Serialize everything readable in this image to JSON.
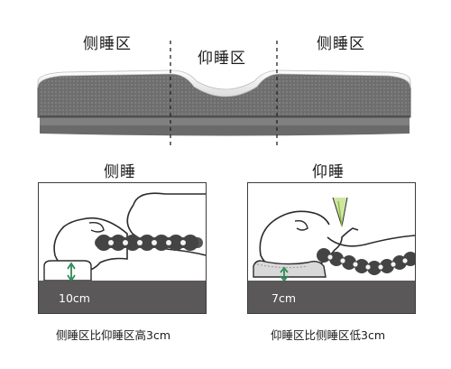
{
  "zones": {
    "left": "侧睡区",
    "middle": "仰睡区",
    "right": "侧睡区"
  },
  "side_sleep": {
    "title": "侧睡",
    "measurement": "10cm",
    "caption": "侧睡区比仰睡区高3cm"
  },
  "back_sleep": {
    "title": "仰睡",
    "measurement": "7cm",
    "caption": "仰睡区比侧睡区低3cm"
  },
  "colors": {
    "fabric_gray": "#6f6f6f",
    "base_gray": "#5a5858",
    "arrow_green": "#2e8b57",
    "angle_green": "#8bbf3a"
  }
}
